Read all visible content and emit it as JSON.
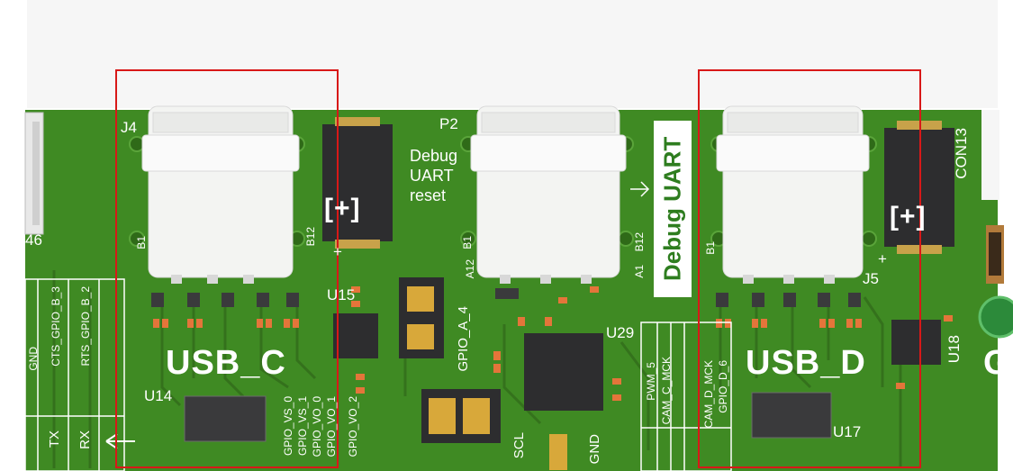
{
  "connectors": [
    {
      "ref": "J4",
      "name": "USB_C"
    },
    {
      "ref": "P2",
      "name": "Debug UART"
    },
    {
      "ref": "J5",
      "name": "USB_D"
    }
  ],
  "labels": {
    "j4": "J4",
    "p2": "P2",
    "debug_uart_reset": "Debug\nUART\nreset",
    "debug_uart": "Debug UART",
    "con13": "CON13",
    "usb_c": "USB_C",
    "usb_d": "USB_D",
    "u14": "U14",
    "u15": "U15",
    "u17": "U17",
    "u18": "U18",
    "u29": "U29",
    "j5": "J5",
    "gpio_a_4": "GPIO_A_4",
    "scl": "SCL",
    "gnd": "GND",
    "tx": "TX",
    "rx": "RX",
    "cts_gpio_b_3": "CTS_GPIO_B_3",
    "rts_gpio_b_2": "RTS_GPIO_B_2",
    "gpio_vs_0": "GPIO_VS_0",
    "gpio_vs_1": "GPIO_VS_1",
    "gpio_vo_0": "GPIO_VO_0",
    "gpio_vo_1": "GPIO_VO_1",
    "gpio_vo_2": "GPIO_VO_2",
    "pwm_5": "PWM_5",
    "cam_c_mck": "CAM_C_MCK",
    "cam_d_mck": "CAM_D_MCK",
    "gpio_d_6": "GPIO_D_6",
    "b1": "B1",
    "b12": "B12",
    "a1": "A1",
    "a12": "A12",
    "plus": "+",
    "cap_mark": "[+]",
    "left_46": "46",
    "gnd_left": "GND",
    "right_g": "G"
  },
  "colors": {
    "pcb": "#3f8a23",
    "pcb_dark": "#336f1c",
    "silkscreen": "#ffffff",
    "highlight_box": "#d81818",
    "connector": "#f3f4f2",
    "chip": "#2d2d2f"
  }
}
